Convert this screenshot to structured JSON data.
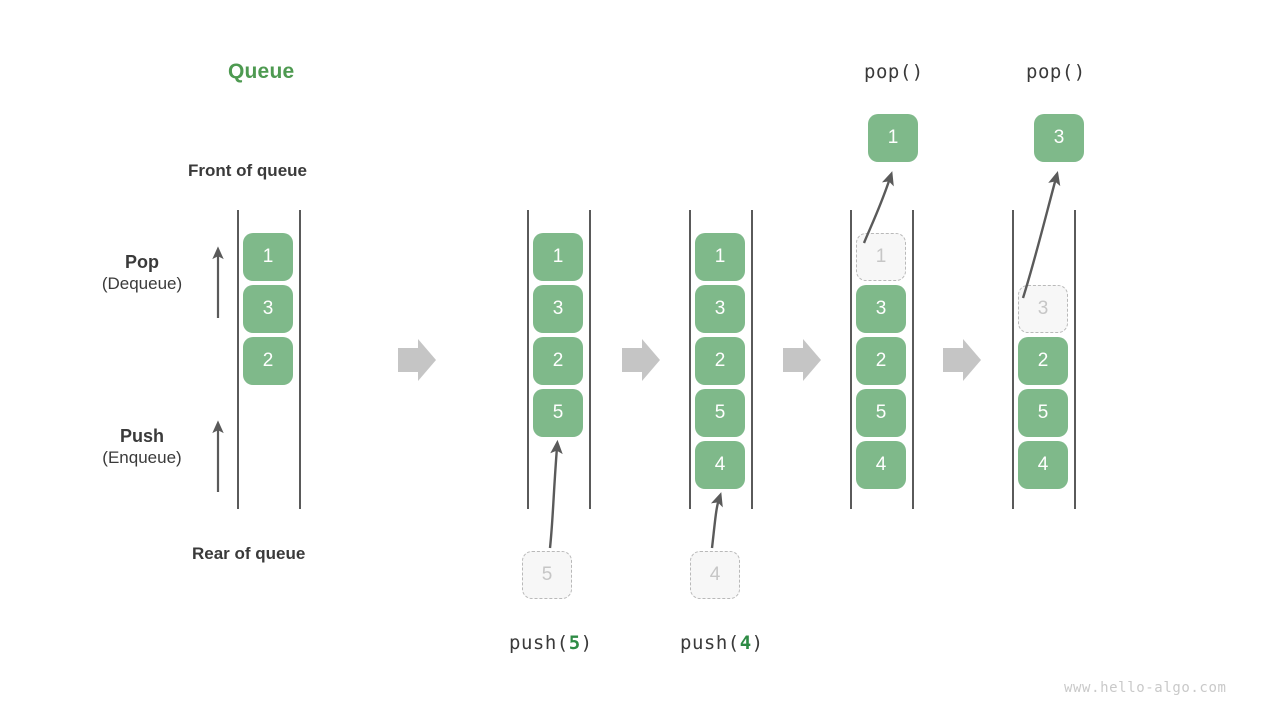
{
  "diagram": {
    "title": "Queue",
    "front_label": "Front of queue",
    "rear_label": "Rear of queue",
    "watermark": "www.hello-algo.com",
    "accent_green": "#4e9a51",
    "cell_green": "#7fb98a",
    "ghost_gray": "#c6c6c6",
    "arrow_gray": "#c5c5c5",
    "line_gray": "#5a5a5a"
  },
  "side_labels": {
    "pop": {
      "main": "Pop",
      "sub": "(Dequeue)"
    },
    "push": {
      "main": "Push",
      "sub": "(Enqueue)"
    }
  },
  "stages": [
    {
      "id": "initial",
      "caption": "",
      "op_prefix": "",
      "op_arg": "",
      "op_suffix": "",
      "cells": [
        {
          "value": "1",
          "state": "filled"
        },
        {
          "value": "3",
          "state": "filled"
        },
        {
          "value": "2",
          "state": "filled"
        }
      ],
      "incoming": null,
      "popped": null
    },
    {
      "id": "push-5",
      "caption": "push(5)",
      "op_prefix": "push(",
      "op_arg": "5",
      "op_suffix": ")",
      "cells": [
        {
          "value": "1",
          "state": "filled"
        },
        {
          "value": "3",
          "state": "filled"
        },
        {
          "value": "2",
          "state": "filled"
        },
        {
          "value": "5",
          "state": "filled"
        }
      ],
      "incoming": {
        "value": "5",
        "state": "ghost"
      },
      "popped": null
    },
    {
      "id": "push-4",
      "caption": "push(4)",
      "op_prefix": "push(",
      "op_arg": "4",
      "op_suffix": ")",
      "cells": [
        {
          "value": "1",
          "state": "filled"
        },
        {
          "value": "3",
          "state": "filled"
        },
        {
          "value": "2",
          "state": "filled"
        },
        {
          "value": "5",
          "state": "filled"
        },
        {
          "value": "4",
          "state": "filled"
        }
      ],
      "incoming": {
        "value": "4",
        "state": "ghost"
      },
      "popped": null
    },
    {
      "id": "pop-1",
      "caption": "pop()",
      "op_prefix": "pop(",
      "op_arg": "",
      "op_suffix": ")",
      "cells": [
        {
          "value": "1",
          "state": "ghost"
        },
        {
          "value": "3",
          "state": "filled"
        },
        {
          "value": "2",
          "state": "filled"
        },
        {
          "value": "5",
          "state": "filled"
        },
        {
          "value": "4",
          "state": "filled"
        }
      ],
      "incoming": null,
      "popped": {
        "value": "1",
        "state": "filled"
      }
    },
    {
      "id": "pop-3",
      "caption": "pop()",
      "op_prefix": "pop(",
      "op_arg": "",
      "op_suffix": ")",
      "cells": [
        {
          "value": "3",
          "state": "ghost"
        },
        {
          "value": "2",
          "state": "filled"
        },
        {
          "value": "5",
          "state": "filled"
        },
        {
          "value": "4",
          "state": "filled"
        }
      ],
      "incoming": null,
      "popped": {
        "value": "3",
        "state": "filled"
      }
    }
  ]
}
